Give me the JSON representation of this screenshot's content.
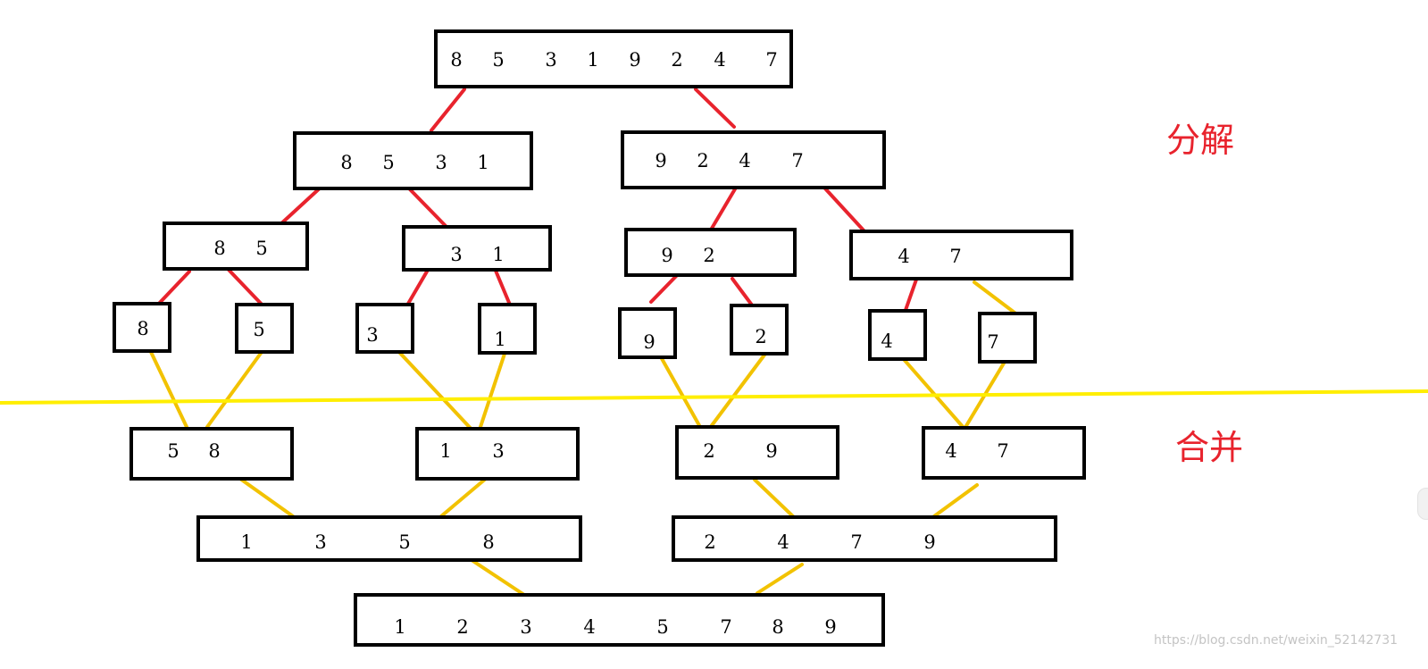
{
  "section_labels": {
    "split": "分解",
    "merge": "合并"
  },
  "colors": {
    "split_line": "#e8232d",
    "merge_line": "#f2c200",
    "divider": "#ffee00",
    "box_stroke": "#000000",
    "label_text": "#e8232d"
  },
  "watermark": "https://blog.csdn.net/weixin_52142731",
  "split_levels": [
    [
      [
        "8",
        "5",
        "3",
        "1",
        "9",
        "2",
        "4",
        "7"
      ]
    ],
    [
      [
        "8",
        "5",
        "3",
        "1"
      ],
      [
        "9",
        "2",
        "4",
        "7"
      ]
    ],
    [
      [
        "8",
        "5"
      ],
      [
        "3",
        "1"
      ],
      [
        "9",
        "2"
      ],
      [
        "4",
        "7"
      ]
    ],
    [
      [
        "8"
      ],
      [
        "5"
      ],
      [
        "3"
      ],
      [
        "1"
      ],
      [
        "9"
      ],
      [
        "2"
      ],
      [
        "4"
      ],
      [
        "7"
      ]
    ]
  ],
  "merge_levels": [
    [
      [
        "5",
        "8"
      ],
      [
        "1",
        "3"
      ],
      [
        "2",
        "9"
      ],
      [
        "4",
        "7"
      ]
    ],
    [
      [
        "1",
        "3",
        "5",
        "8"
      ],
      [
        "2",
        "4",
        "7",
        "9"
      ]
    ],
    [
      [
        "1",
        "2",
        "3",
        "4",
        "5",
        "7",
        "8",
        "9"
      ]
    ]
  ]
}
